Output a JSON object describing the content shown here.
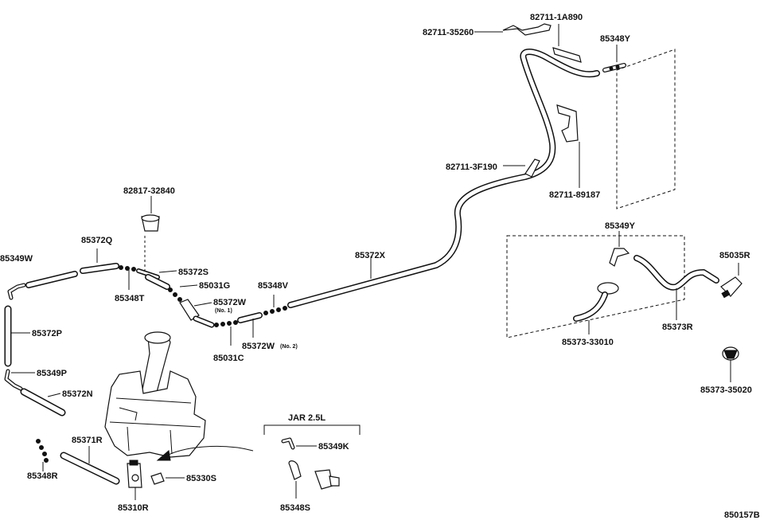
{
  "labels": {
    "p82711_1A890": "82711-1A890",
    "p82711_35260": "82711-35260",
    "p85348Y": "85348Y",
    "p82711_3F190": "82711-3F190",
    "p82711_89187": "82711-89187",
    "p82817_32840": "82817-32840",
    "p85349Y": "85349Y",
    "p85035R": "85035R",
    "p85372Q": "85372Q",
    "p85349W": "85349W",
    "p85372S": "85372S",
    "p85372X": "85372X",
    "p85031G": "85031G",
    "p85348V": "85348V",
    "p85348T": "85348T",
    "p85372W1": "85372W",
    "no1": "(No. 1)",
    "p85372P": "85372P",
    "p85372W2": "85372W",
    "no2": "(No. 2)",
    "p85031C": "85031C",
    "p85373_33010": "85373-33010",
    "p85373R": "85373R",
    "p85349P": "85349P",
    "p85372N": "85372N",
    "p85373_35020": "85373-35020",
    "jar": "JAR 2.5L",
    "p85371R": "85371R",
    "p85349K": "85349K",
    "p85348R": "85348R",
    "p85330S": "85330S",
    "p85310R": "85310R",
    "p85348S": "85348S",
    "figure_id": "850157B"
  }
}
